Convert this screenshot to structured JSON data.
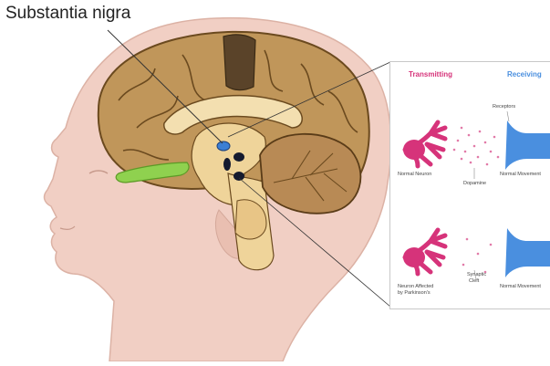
{
  "title": "Substantia nigra",
  "panel": {
    "transmitting": "Transmitting",
    "receiving": "Receiving",
    "receptors": "Receptors",
    "dopamine": "Dopamine",
    "normal_neuron": "Normal Neuron",
    "normal_movement_top": "Normal Movement",
    "neuron_affected_line1": "Neuron Affected",
    "neuron_affected_line2": "by Parkinson's",
    "synaptic_line1": "Synaptic",
    "synaptic_line2": "Cleft",
    "normal_movement_bottom": "Normal Movement"
  },
  "colors": {
    "skin": "#f1cfc4",
    "brain": "#c0965a",
    "brainstem": "#efd49a",
    "olfactory": "#8fd14f",
    "neuron_pink": "#d6337a",
    "receptor_blue": "#4a8fdf",
    "transmitting_text": "#d6337a",
    "receiving_text": "#4a8fdf"
  }
}
